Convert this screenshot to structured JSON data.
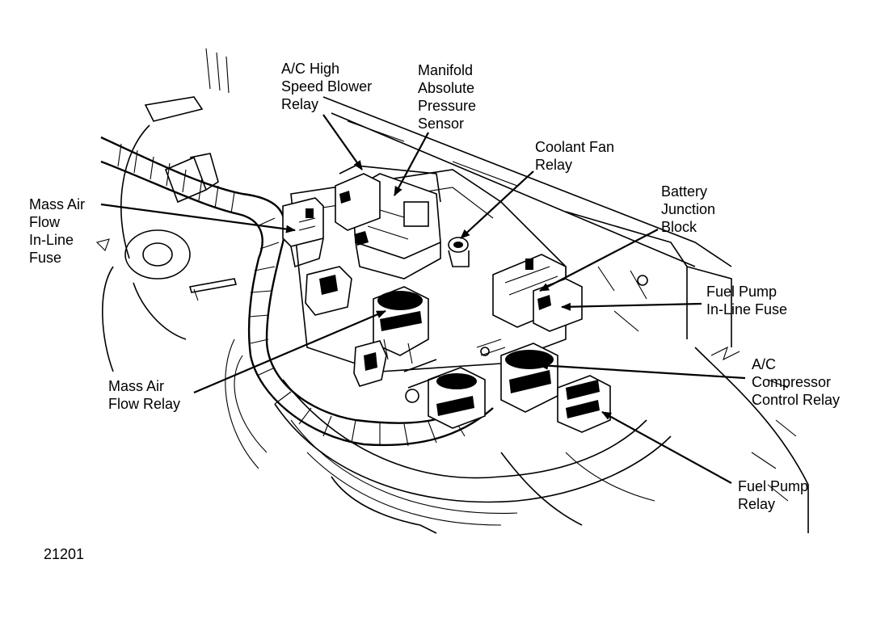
{
  "figure_number": "21201",
  "labels": {
    "ac_high_speed_blower_relay": [
      "A/C High",
      "Speed Blower",
      "Relay"
    ],
    "manifold_absolute_pressure_sensor": [
      "Manifold",
      "Absolute",
      "Pressure",
      "Sensor"
    ],
    "coolant_fan_relay": [
      "Coolant Fan",
      "Relay"
    ],
    "battery_junction_block": [
      "Battery",
      "Junction",
      "Block"
    ],
    "mass_air_flow_inline_fuse": [
      "Mass Air",
      "Flow",
      "In-Line",
      "Fuse"
    ],
    "fuel_pump_inline_fuse": [
      "Fuel Pump",
      "In-Line Fuse"
    ],
    "ac_compressor_control_relay": [
      "A/C",
      "Compressor",
      "Control Relay"
    ],
    "mass_air_flow_relay": [
      "Mass Air",
      "Flow Relay"
    ],
    "fuel_pump_relay": [
      "Fuel Pump",
      "Relay"
    ]
  },
  "colors": {
    "ink": "#000000",
    "paper": "#ffffff"
  }
}
